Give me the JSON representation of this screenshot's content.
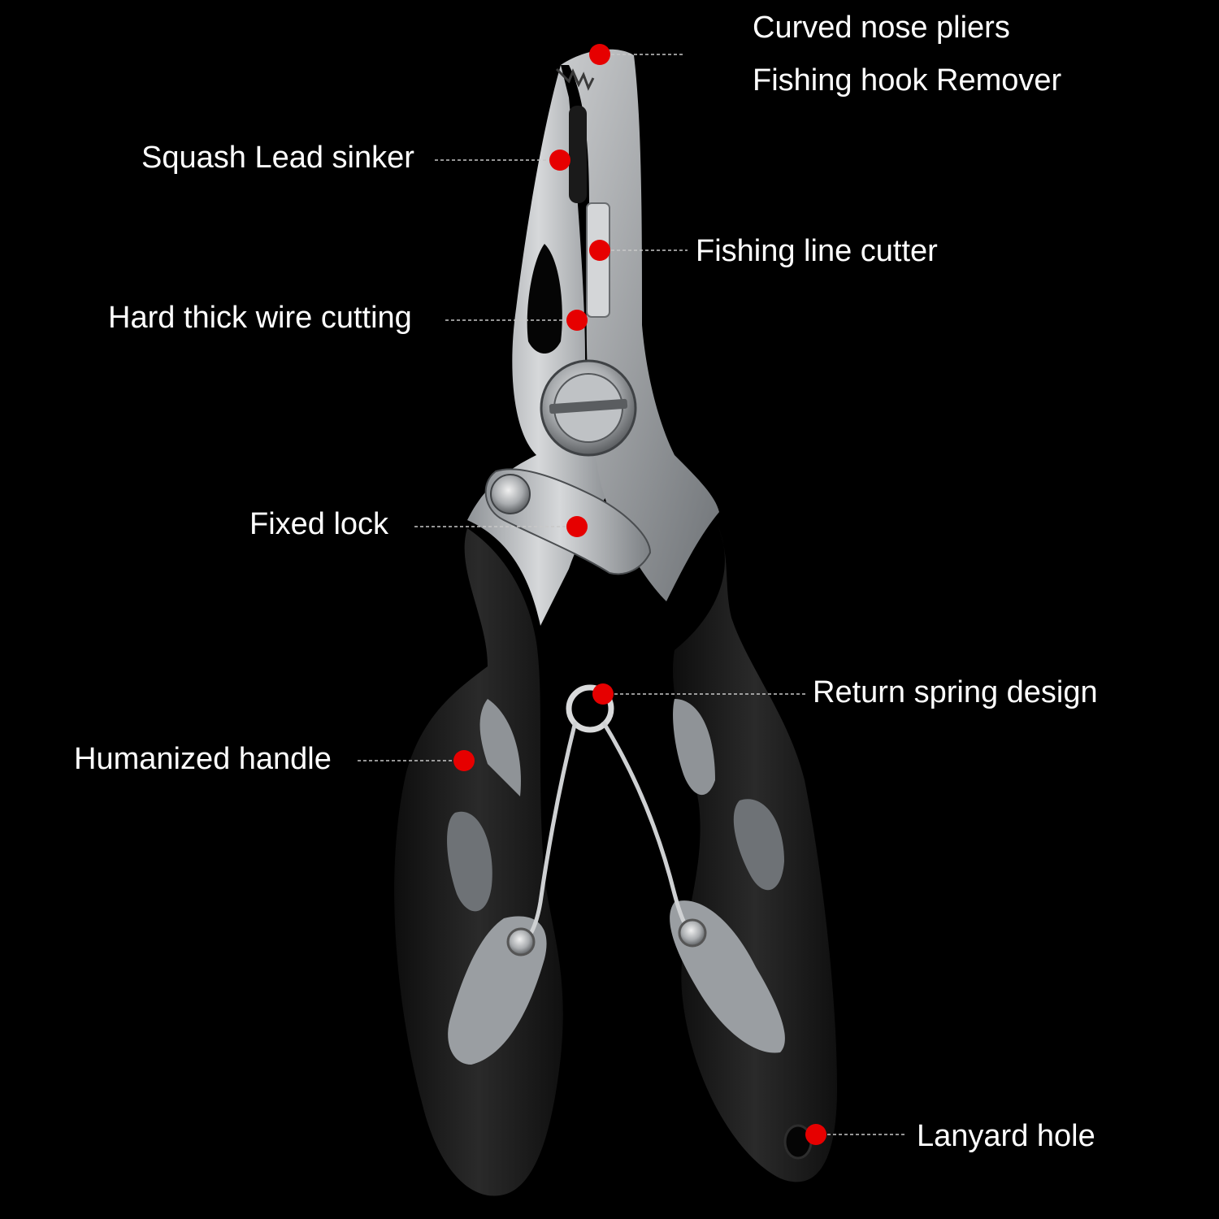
{
  "colors": {
    "background": "#000000",
    "label_text": "#ffffff",
    "marker": "#e60000",
    "leader_line": "#c8c8c8",
    "steel": "#b9bcbf",
    "handle": "#1b1b1b"
  },
  "labels": {
    "curved_nose": "Curved nose pliers",
    "hook_remover": "Fishing hook Remover",
    "squash_lead": "Squash Lead sinker",
    "line_cutter": "Fishing line cutter",
    "wire_cutting": "Hard thick wire cutting",
    "fixed_lock": "Fixed lock",
    "return_spring": "Return spring design",
    "handle": "Humanized handle",
    "lanyard_hole": "Lanyard hole"
  }
}
